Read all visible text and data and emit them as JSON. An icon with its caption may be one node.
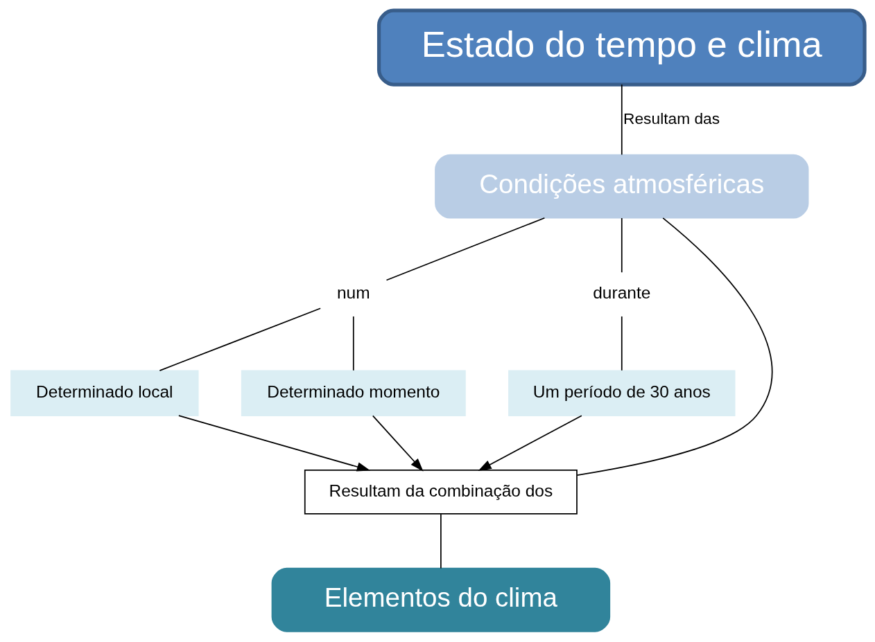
{
  "diagram": {
    "nodes": [
      {
        "text": [
          "Estado do tempo e clima"
        ]
      },
      {
        "text": [
          "Condições atmosféricas"
        ]
      },
      {
        "text": [
          "num"
        ]
      },
      {
        "text": [
          "durante"
        ]
      },
      {
        "text": [
          "Determinado local"
        ]
      },
      {
        "text": [
          "Determinado momento"
        ]
      },
      {
        "text": [
          "Um período de 30 anos"
        ]
      },
      {
        "text": [
          "Resultam da combinação dos"
        ]
      },
      {
        "text": [
          "Elementos do clima"
        ]
      }
    ],
    "edges": [
      {
        "from": 0,
        "to": 1,
        "arrow": "none",
        "label": "Resultam das"
      },
      {
        "from": 1,
        "to": 2,
        "arrow": "none"
      },
      {
        "from": 1,
        "to": 7,
        "arrow": "none"
      },
      {
        "from": 1,
        "to": 3,
        "arrow": "none"
      },
      {
        "from": 2,
        "to": 4,
        "arrow": "none"
      },
      {
        "from": 2,
        "to": 5,
        "arrow": "none"
      },
      {
        "from": 3,
        "to": 6,
        "arrow": "none"
      },
      {
        "from": 4,
        "to": 7,
        "arrow": "to"
      },
      {
        "from": 5,
        "to": 7,
        "arrow": "to"
      },
      {
        "from": 6,
        "to": 7,
        "arrow": "to"
      },
      {
        "from": 7,
        "to": 8,
        "arrow": "none"
      }
    ]
  }
}
